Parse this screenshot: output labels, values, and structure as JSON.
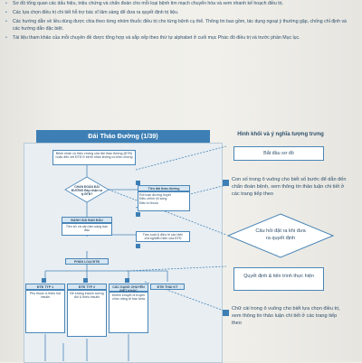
{
  "bullets": [
    "Sơ đồ tổng quan các dấu hiệu, triệu chứng và chẩn đoán cho mỗi loại bệnh tim mạch chuyển hóa và xem nhanh kế hoạch điều trị.",
    "Các lựa chọn điều trị chi tiết hỗ trợ bác sĩ lâm sàng để đưa ra quyết định trị liệu.",
    "Các hướng dẫn về liều dùng được chia theo từng nhóm thuốc điều trị cho từng bệnh cụ thể. Thông tin bao gồm, tác dụng ngoại ý thường gặp, chống chỉ định và các hướng dẫn đặc biệt.",
    "Tài liệu tham khảo của mỗi chuyên đề được tổng hợp và sắp xếp theo thứ tự alphabet ở cuối mục Phác đồ điều trị và trước phần Mục lục."
  ],
  "flowchart": {
    "title": "Đái Tháo Đường (1/39)",
    "start": "Bệnh nhân có triệu chứng của đái tháo đường (ĐTĐ) hoặc đến xét ĐTĐ ở bệnh nhân không có triệu chứng",
    "decision": "CHẨN ĐOÁN ĐÁI ĐƯỜNG\nĐáp nhận tự lý ĐTĐ?",
    "side_title": "Tiền đái tháo đường",
    "side_items": [
      "Rối loạn đường huyết",
      "Điều chỉnh lối sống",
      "Điều trị thuốc"
    ],
    "assess": "ĐÁNH GIÁ BAN ĐẦU",
    "assess_note": "Tiền sử và cận lâm sàng ban đầu",
    "assess_side": "Tầm soát & điều trị các biến chứng/biểu hiện của ĐTĐ",
    "classify": "PHÂN LOẠI ĐTĐ",
    "types": [
      {
        "head": "ĐTĐ TÝP 1",
        "body": "Phụ thuộc & thiếu hụt insulin"
      },
      {
        "head": "ĐTĐ TÝP 2",
        "body": "Đề kháng insulin tương đối & thiếu insulin"
      },
      {
        "head": "CÁC DẠNG CHUYÊN BIỆT KHÁC",
        "body": "Khiếm khuyết di truyền chức năng tế bào beta"
      },
      {
        "head": "ĐTĐ THAI KỲ",
        "body": ""
      }
    ]
  },
  "legend": {
    "title": "Hình khối và ý nghĩa tượng trưng",
    "start_label": "Bắt đầu sơ đồ",
    "item2": "Con số trong ô vuông cho biết số bước để dẫn đến chẩn đoán bệnh, xem thông tin thảo luận chi tiết ở các trang tiếp theo",
    "question_label": "Câu hỏi đặt ra khi đưa ra quyết định",
    "decision_label": "Quyết định & tiến trình thực hiện",
    "item5": "Chữ cái trong ô vuông cho biết lựa chọn điều trị, xem thông tin thảo luận chi tiết ở các trang tiếp theo"
  },
  "colors": {
    "accent": "#3d7fb5",
    "panel": "#e8eef2",
    "text": "#2f4f6a"
  }
}
